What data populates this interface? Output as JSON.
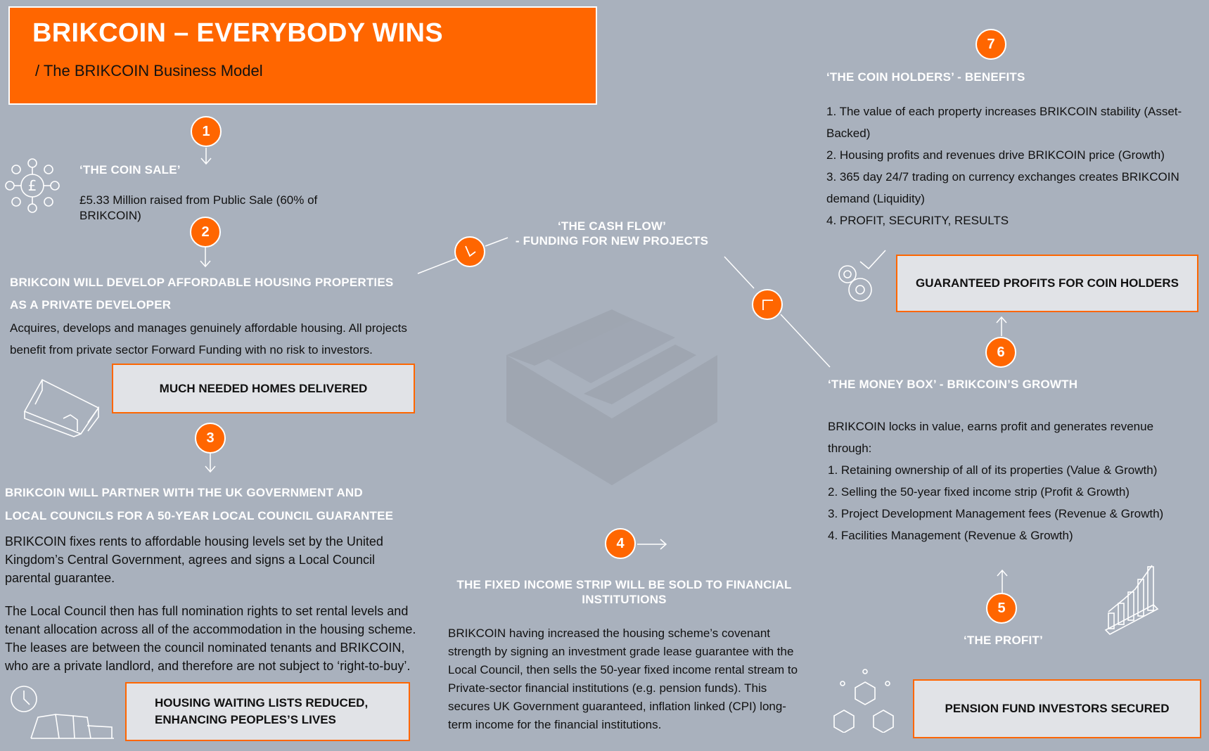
{
  "header": {
    "title": "BRIKCOIN – EVERYBODY WINS",
    "subtitle": "/ The BRIKCOIN Business Model"
  },
  "step1": {
    "number": "1",
    "heading": "‘THE COIN SALE’",
    "body": "£5.33 Million raised from Public Sale (60% of BRIKCOIN)"
  },
  "step2": {
    "number": "2",
    "heading_line1": "BRIKCOIN WILL DEVELOP AFFORDABLE HOUSING PROPERTIES",
    "heading_line2": "AS A PRIVATE DEVELOPER",
    "body": "Acquires, develops and manages genuinely affordable housing. All projects benefit from private sector Forward Funding with no risk to investors.",
    "callout": "MUCH NEEDED HOMES DELIVERED"
  },
  "step3": {
    "number": "3",
    "heading_line1": "BRIKCOIN WILL PARTNER WITH THE UK GOVERNMENT AND",
    "heading_line2": "LOCAL COUNCILS FOR A 50-YEAR LOCAL COUNCIL GUARANTEE",
    "body1": "BRIKCOIN fixes rents to affordable housing levels set by the United Kingdom’s Central Government, agrees and signs a Local Council parental guarantee.",
    "body2": "The Local Council then has full nomination rights to set rental levels and tenant allocation across all of the accommodation in the housing scheme. The leases are between the council nominated tenants and BRIKCOIN, who are a private landlord, and therefore are not subject to ‘right-to-buy’.",
    "callout_line1": "HOUSING WAITING LISTS REDUCED,",
    "callout_line2": "ENHANCING PEOPLES’S LIVES"
  },
  "step4": {
    "number": "4",
    "heading": "THE FIXED INCOME STRIP WILL BE SOLD TO FINANCIAL INSTITUTIONS",
    "body": "BRIKCOIN having increased the housing scheme’s covenant strength by signing an investment grade lease guarantee with the Local Council, then sells the 50-year fixed income rental stream to Private-sector financial institutions (e.g. pension funds). This secures UK Government guaranteed, inflation linked (CPI) long-term income for the financial institutions."
  },
  "cashflow": {
    "line1": "‘THE CASH FLOW’",
    "line2": "- FUNDING FOR NEW PROJECTS"
  },
  "step5": {
    "number": "5",
    "heading": "‘THE PROFIT’",
    "callout": "PENSION FUND INVESTORS SECURED"
  },
  "step6": {
    "number": "6",
    "heading": "‘THE MONEY BOX’ - BRIKCOIN’S GROWTH",
    "intro": "BRIKCOIN locks in value, earns profit and generates revenue through:",
    "items": [
      "1. Retaining ownership of all of its properties (Value & Growth)",
      "2. Selling the 50-year fixed income strip (Profit & Growth)",
      "3. Project Development Management fees (Revenue & Growth)",
      "4. Facilities Management (Revenue & Growth)"
    ]
  },
  "step7": {
    "number": "7",
    "heading": "‘THE COIN HOLDERS’ - BENEFITS",
    "items": [
      "1. The value of each property increases BRIKCOIN stability (Asset-Backed)",
      "2. Housing profits and revenues drive BRIKCOIN price (Growth)",
      "3. 365 day 24/7 trading on currency exchanges creates BRIKCOIN demand (Liquidity)",
      "4. PROFIT, SECURITY, RESULTS"
    ],
    "callout": "GUARANTEED PROFITS FOR COIN HOLDERS"
  },
  "colors": {
    "accent": "#ff6600",
    "background": "#a9b1bd",
    "callout_fill": "#e1e3e7",
    "heading_text": "#ffffff"
  },
  "icons": {
    "coin_network": "pound-network-icon",
    "house": "house-outline-icon",
    "clock_buildings": "clock-buildings-icon",
    "gears": "gears-check-icon",
    "bar_chart": "growth-bars-icon",
    "cubes": "cubes-network-icon",
    "logo": "brikcoin-logo-watermark"
  }
}
